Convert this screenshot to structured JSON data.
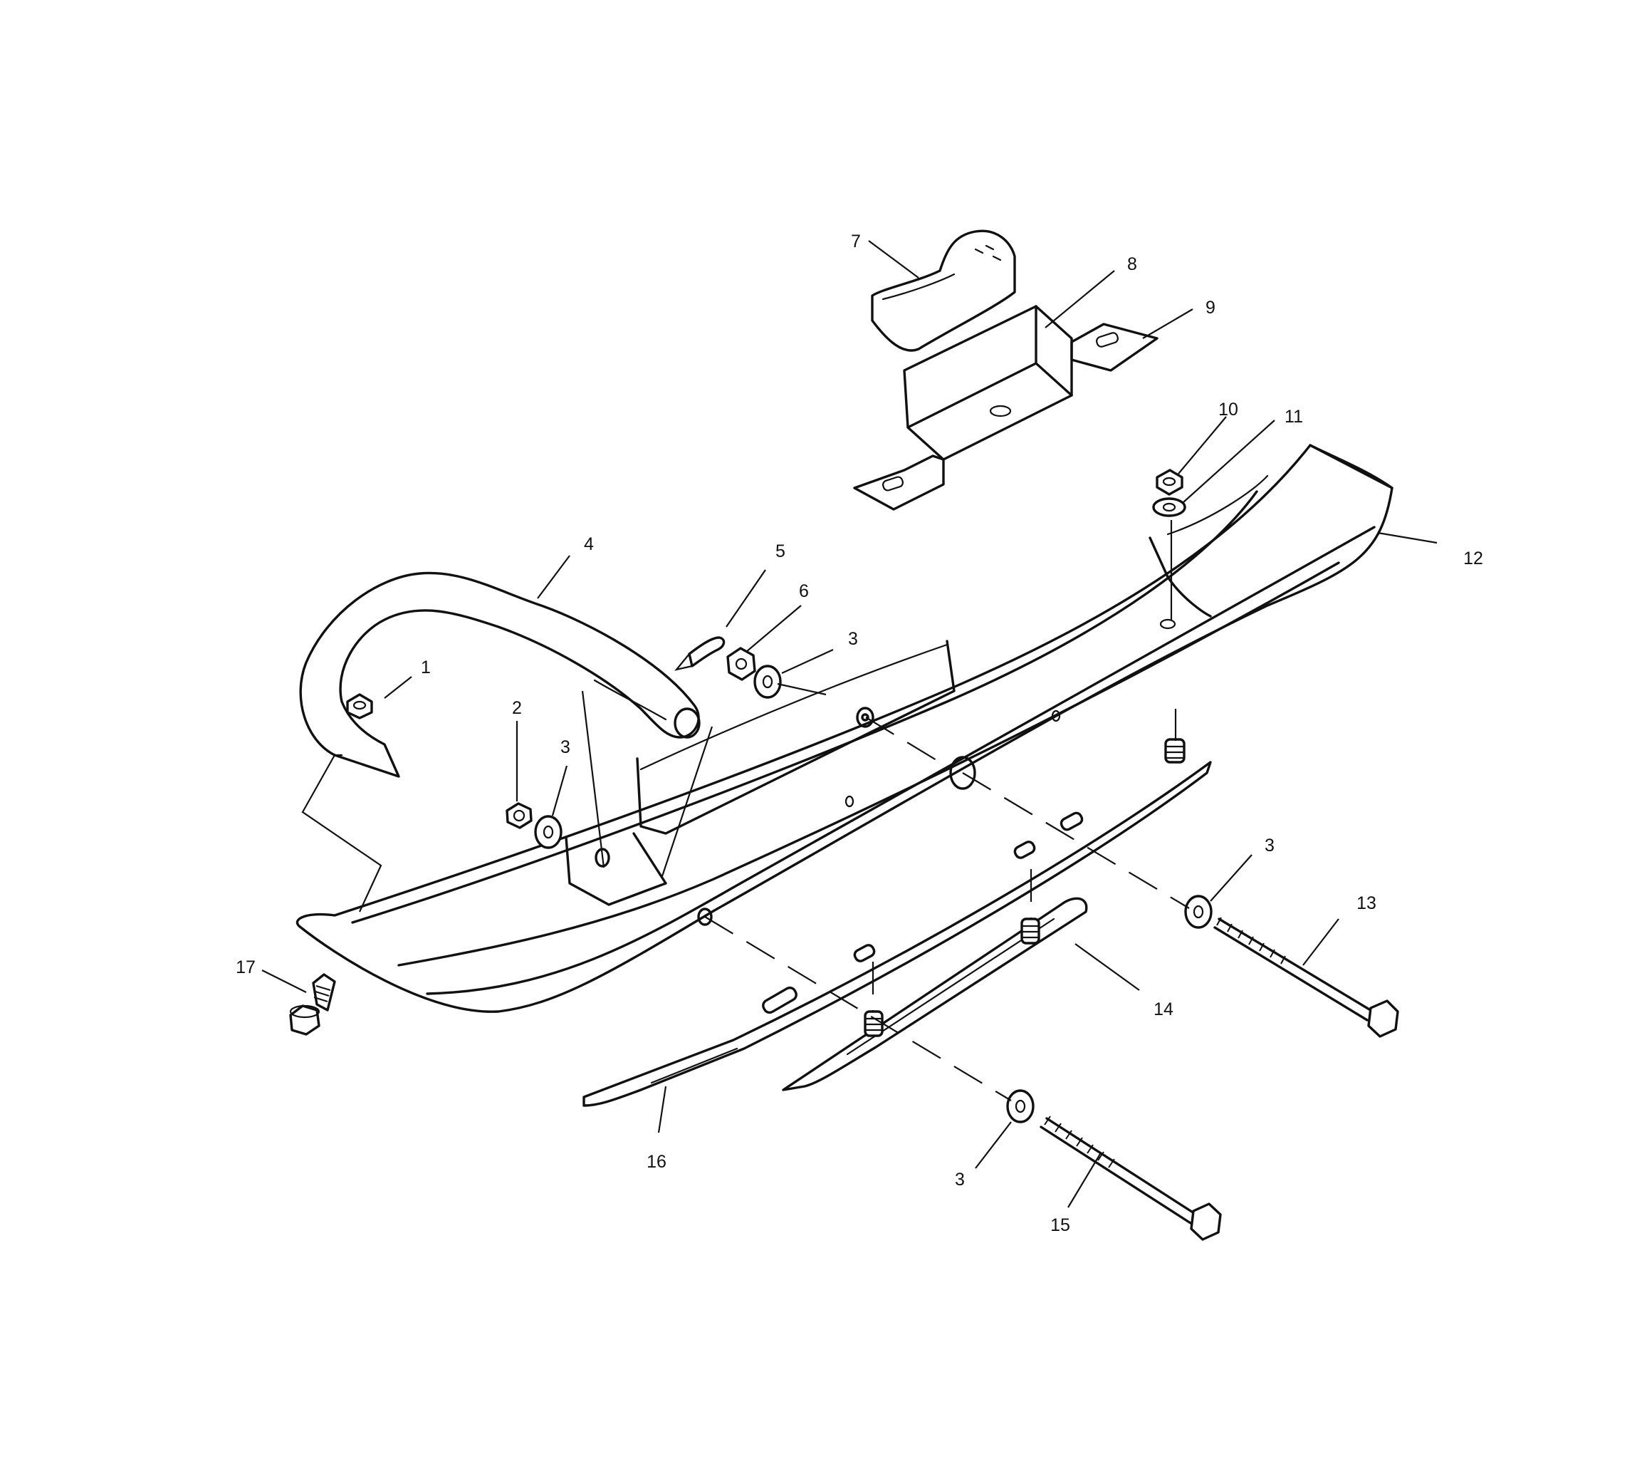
{
  "callouts": [
    {
      "id": "c1",
      "label": "1"
    },
    {
      "id": "c2",
      "label": "2"
    },
    {
      "id": "c3a",
      "label": "3"
    },
    {
      "id": "c3b",
      "label": "3"
    },
    {
      "id": "c3c",
      "label": "3"
    },
    {
      "id": "c3d",
      "label": "3"
    },
    {
      "id": "c4",
      "label": "4"
    },
    {
      "id": "c5",
      "label": "5"
    },
    {
      "id": "c6",
      "label": "6"
    },
    {
      "id": "c7",
      "label": "7"
    },
    {
      "id": "c8",
      "label": "8"
    },
    {
      "id": "c9",
      "label": "9"
    },
    {
      "id": "c10",
      "label": "10"
    },
    {
      "id": "c11",
      "label": "11"
    },
    {
      "id": "c12",
      "label": "12"
    },
    {
      "id": "c13",
      "label": "13"
    },
    {
      "id": "c14",
      "label": "14"
    },
    {
      "id": "c15",
      "label": "15"
    },
    {
      "id": "c16",
      "label": "16"
    },
    {
      "id": "c17",
      "label": "17"
    }
  ]
}
